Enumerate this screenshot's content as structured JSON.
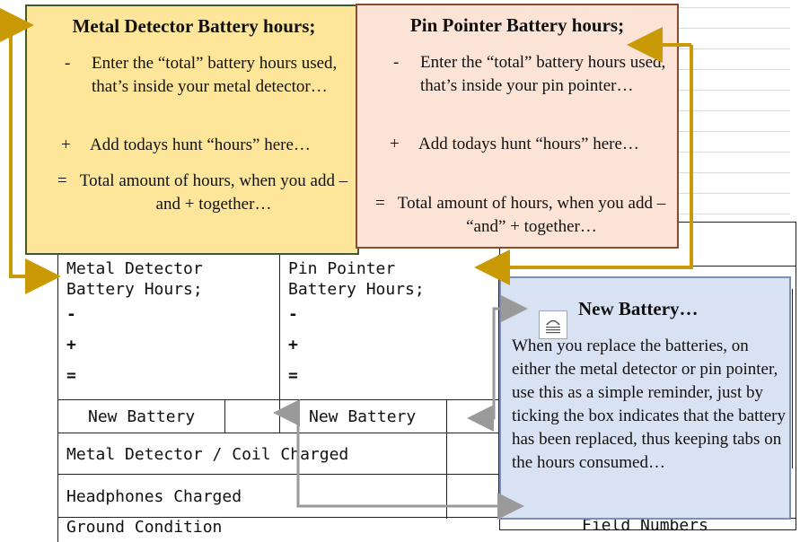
{
  "md_box": {
    "title": "Metal Detector Battery hours;",
    "line1_sym": "-",
    "line1": "Enter the “total” battery hours used, that’s inside your metal detector…",
    "line2_sym": "+",
    "line2": "Add todays hunt “hours” here…",
    "line3_sym": "=",
    "line3": "Total amount of hours, when you add – and + together…"
  },
  "pp_box": {
    "title": "Pin Pointer Battery hours;",
    "line1_sym": "-",
    "line1": "Enter the “total” battery hours used, that’s inside your pin pointer…",
    "line2_sym": "+",
    "line2": "Add todays hunt “hours” here…",
    "line3_sym": "=",
    "line3": "Total amount of hours, when you add – “and” + together…"
  },
  "nb_box": {
    "title": "New Battery…",
    "body": "When you replace the batteries, on either the metal detector or pin pointer, use this as a simple reminder, just by ticking the box indicates that the battery has been replaced, thus keeping tabs on the hours consumed…",
    "icon": "document-icon"
  },
  "table": {
    "md_header_1": "Metal Detector",
    "md_header_2": "Battery Hours;",
    "pp_header_1": "Pin Pointer",
    "pp_header_2": "Battery Hours;",
    "minus": "-",
    "plus": "+",
    "equals": "=",
    "new_battery_md": "New Battery",
    "new_battery_pp": "New Battery",
    "coil_charged": "Metal Detector / Coil Charged",
    "headphones_charged": "Headphones Charged",
    "ground_condition": "Ground Condition",
    "field_numbers": "Field Numbers"
  },
  "colors": {
    "yellow_box": "#fde599",
    "peach_box": "#fbe3d6",
    "blue_box": "#d9e2f3",
    "gold_arrow": "#c99a06",
    "gray_arrow": "#8c8c8c"
  }
}
